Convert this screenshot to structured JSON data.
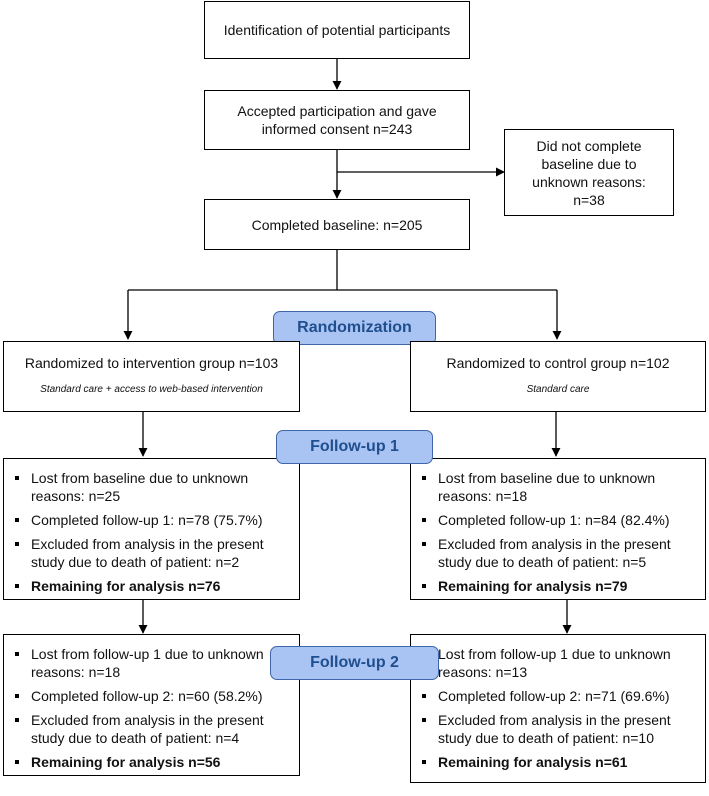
{
  "top": {
    "identification": "Identification of potential participants",
    "consent": "Accepted participation and gave informed consent n=243",
    "not_completed": "Did not complete baseline due to unknown reasons: n=38",
    "baseline": "Completed baseline: n=205"
  },
  "phases": {
    "randomization": "Randomization",
    "followup1": "Follow-up 1",
    "followup2": "Follow-up 2"
  },
  "groups": {
    "intervention": {
      "title": "Randomized to intervention group n=103",
      "subtitle": "Standard care + access to web-based intervention"
    },
    "control": {
      "title": "Randomized to control group n=102",
      "subtitle": "Standard care"
    }
  },
  "followup1": {
    "left": [
      "Lost from baseline due to unknown reasons: n=25",
      "Completed follow-up 1: n=78 (75.7%)",
      "Excluded from analysis in the present study due to death of patient: n=2",
      "Remaining for analysis n=76"
    ],
    "right": [
      "Lost from baseline due to unknown reasons: n=18",
      "Completed follow-up 1: n=84 (82.4%)",
      "Excluded from analysis in the present study due to death of patient: n=5",
      "Remaining for analysis n=79"
    ]
  },
  "followup2": {
    "left": [
      "Lost from follow-up 1 due to unknown reasons: n=18",
      "Completed follow-up 2: n=60 (58.2%)",
      "Excluded from analysis in the present study due to death of patient: n=4",
      "Remaining for analysis n=56"
    ],
    "right": [
      "Lost from follow-up 1 due to unknown reasons: n=13",
      "Completed follow-up 2: n=71 (69.6%)",
      "Excluded from analysis in the present study due to death of patient: n=10",
      "Remaining for analysis n=61"
    ]
  },
  "colors": {
    "phase_fill": "#a9c3f2",
    "phase_border": "#3f66a8",
    "phase_text": "#1f4f8f"
  }
}
